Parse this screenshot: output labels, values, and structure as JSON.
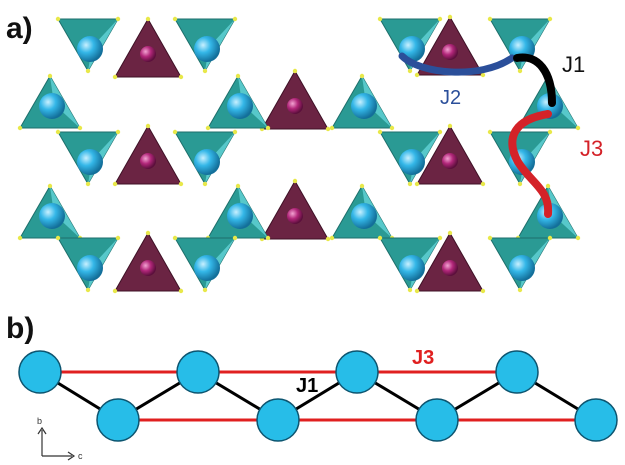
{
  "panel_a": {
    "label": "a)",
    "path_labels": {
      "j1": "J1",
      "j2": "J2",
      "j3": "J3"
    }
  },
  "panel_b": {
    "label": "b)",
    "labels": {
      "j1": "J1",
      "j3": "J3"
    },
    "axes": {
      "vertical": "b",
      "horizontal": "c"
    }
  },
  "colors": {
    "teal_tetrahedron": "#2a9a94",
    "teal_light_face": "#5fd0d4",
    "purple_tetrahedron": "#6b2443",
    "cyan_sphere": "#34b7e8",
    "magenta_sphere": "#b2277a",
    "j1_path": "#000000",
    "j2_path": "#2b4f9a",
    "j3_path": "#d42228",
    "chain_node": "#27bde8",
    "chain_zigzag": "#000000",
    "chain_parallel": "#e02020"
  }
}
